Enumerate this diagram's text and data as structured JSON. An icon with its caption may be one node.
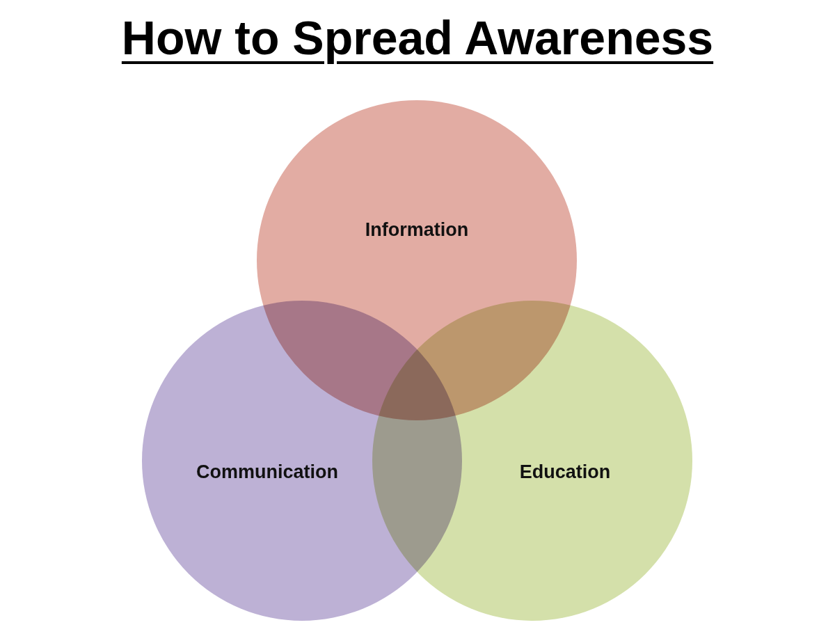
{
  "diagram": {
    "title": "How to Spread Awareness",
    "nodes": [
      {
        "text": [
          "Information"
        ]
      },
      {
        "text": [
          "Communication"
        ]
      },
      {
        "text": [
          "Education"
        ]
      }
    ]
  }
}
